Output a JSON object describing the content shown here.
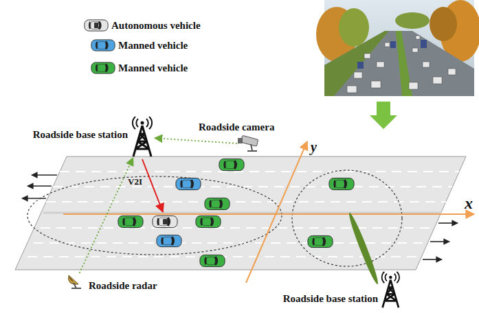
{
  "diagram": {
    "nodes": [
      {
        "text": [
          "Roadside base station"
        ]
      },
      {
        "text": [
          "Roadside camera"
        ]
      },
      {
        "text": [
          "Roadside radar"
        ]
      },
      {
        "text": [
          "Roadside base station"
        ]
      }
    ],
    "edges": [
      {
        "from": 1,
        "to": 0,
        "arrow": "to"
      },
      {
        "from": 2,
        "to": 0,
        "arrow": "to"
      }
    ],
    "labels": [
      "V2I",
      "x",
      "y"
    ],
    "legend": [
      {
        "text": "Autonomous vehicle"
      },
      {
        "text": "Manned vehicle"
      },
      {
        "text": "Manned vehicle"
      }
    ]
  }
}
